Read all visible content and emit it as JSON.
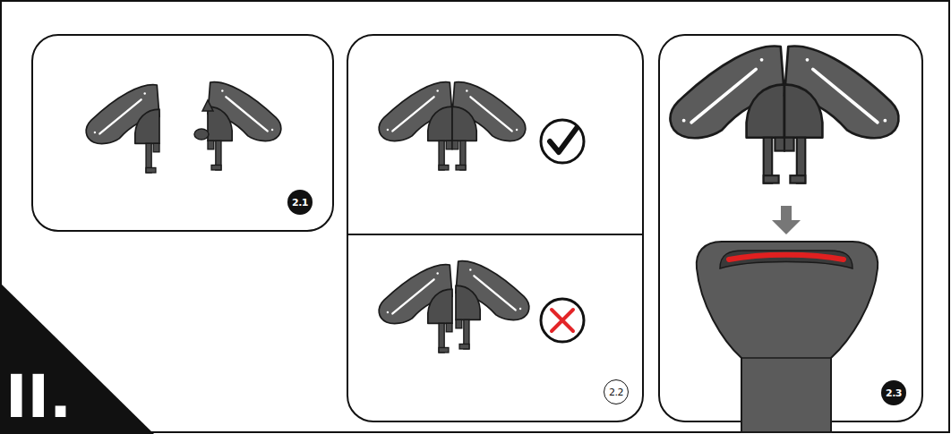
{
  "diagram": {
    "nodes": [
      {
        "text": [
          "II."
        ]
      },
      {
        "text": [
          "2.1"
        ]
      },
      {
        "text": [
          "2.2"
        ]
      },
      {
        "text": [
          "2.3"
        ]
      }
    ]
  }
}
